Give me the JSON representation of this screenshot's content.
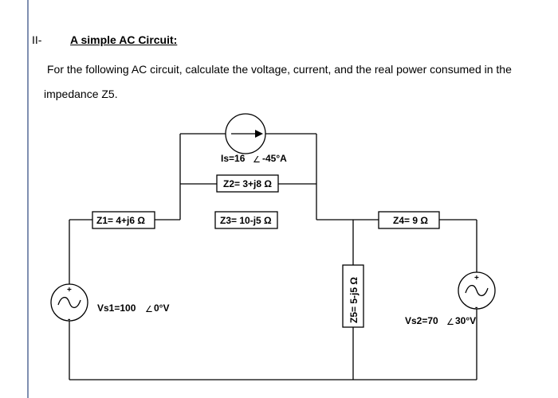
{
  "section": {
    "number": "II-",
    "title": "A simple AC Circuit:"
  },
  "question": {
    "line1": "For the following AC circuit, calculate the voltage, current, and the real power consumed in the",
    "line2": "impedance Z5."
  },
  "circuit": {
    "current_source": {
      "label": "Is=16",
      "angle": "-45°A"
    },
    "z1": "Z1= 4+j6 Ω",
    "z2": "Z2= 3+j8 Ω",
    "z3": "Z3= 10-j5 Ω",
    "z4": "Z4= 9 Ω",
    "z5": "Z5= 5-j5 Ω",
    "vs1": {
      "label": "Vs1=100",
      "angle": "0°V"
    },
    "vs2": {
      "label": "Vs2=70",
      "angle": "30°V"
    },
    "plus": "+",
    "minus": "-"
  }
}
